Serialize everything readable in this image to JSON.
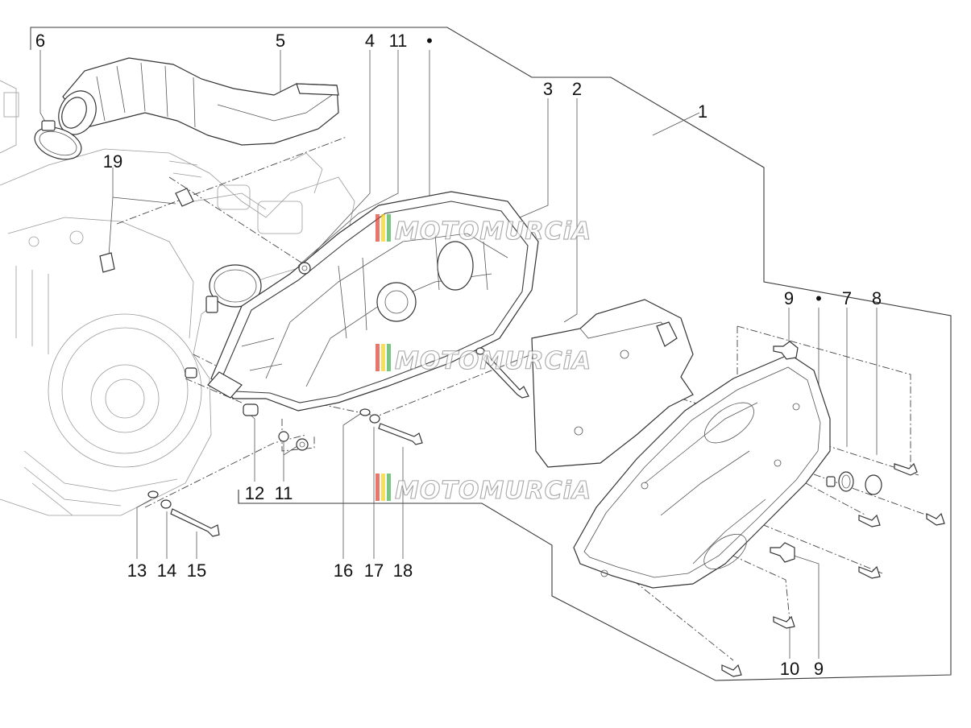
{
  "diagram": {
    "callouts": [
      {
        "id": "c6",
        "text": "6"
      },
      {
        "id": "c5",
        "text": "5"
      },
      {
        "id": "c4",
        "text": "4"
      },
      {
        "id": "c11a",
        "text": "11"
      },
      {
        "id": "cdot1",
        "text": "•"
      },
      {
        "id": "c3",
        "text": "3"
      },
      {
        "id": "c2",
        "text": "2"
      },
      {
        "id": "c1",
        "text": "1"
      },
      {
        "id": "c19",
        "text": "19"
      },
      {
        "id": "c9a",
        "text": "9"
      },
      {
        "id": "cdot2",
        "text": "•"
      },
      {
        "id": "c7",
        "text": "7"
      },
      {
        "id": "c8",
        "text": "8"
      },
      {
        "id": "c12",
        "text": "12"
      },
      {
        "id": "c11b",
        "text": "11"
      },
      {
        "id": "c13",
        "text": "13"
      },
      {
        "id": "c14",
        "text": "14"
      },
      {
        "id": "c15",
        "text": "15"
      },
      {
        "id": "c16",
        "text": "16"
      },
      {
        "id": "c17",
        "text": "17"
      },
      {
        "id": "c18",
        "text": "18"
      },
      {
        "id": "c10",
        "text": "10"
      },
      {
        "id": "c9b",
        "text": "9"
      }
    ],
    "watermark": "MOTOMURCiA",
    "colors": {
      "line": "#3a3a3a",
      "watermark_red": "#e23a2e",
      "watermark_yellow": "#f2d21b",
      "watermark_green": "#3fae49"
    }
  }
}
